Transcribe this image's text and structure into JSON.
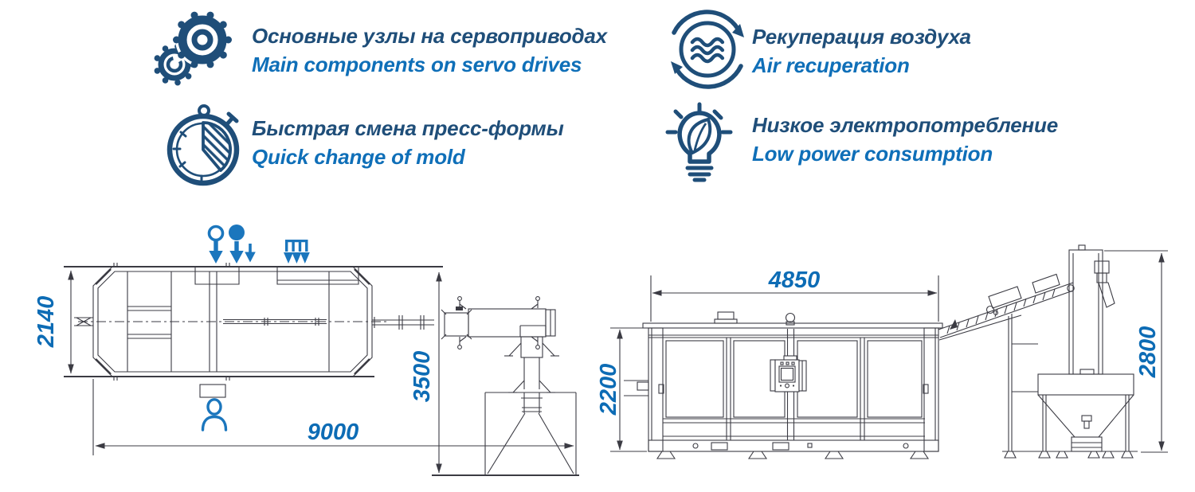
{
  "features": [
    {
      "title_ru": "Основные узлы на сервоприводах",
      "title_en": "Main components on servo drives",
      "icon": "gears-icon"
    },
    {
      "title_ru": "Быстрая смена пресс-формы",
      "title_en": "Quick change of mold",
      "icon": "stopwatch-icon"
    },
    {
      "title_ru": "Рекуперация воздуха",
      "title_en": "Air recuperation",
      "icon": "air-recuperation-icon"
    },
    {
      "title_ru": "Низкое электропотребление",
      "title_en": "Low power consumption",
      "icon": "light-bulb-icon"
    }
  ],
  "drawings": {
    "top_view": {
      "dim_width_mm": "2140",
      "dim_length_mm": "9000",
      "dim_outfeed_mm": "3500"
    },
    "side_view": {
      "dim_length_mm": "4850",
      "dim_height_mm": "2200",
      "dim_elevator_height_mm": "2800"
    }
  },
  "colors": {
    "dark_navy": "#1f4e79",
    "bright_blue": "#0f6fb8",
    "dimension_blue": "#0d6cb5",
    "drawing_blue": "#1b76bd",
    "line": "#3b3b43"
  }
}
